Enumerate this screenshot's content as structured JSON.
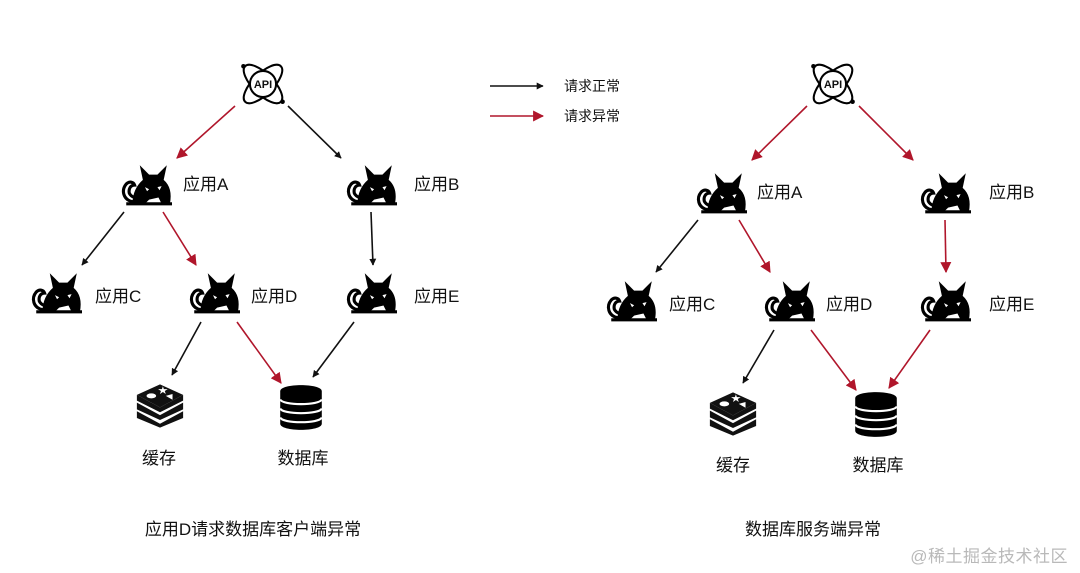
{
  "colors": {
    "normal": "#111111",
    "error": "#b0162b"
  },
  "legend": [
    {
      "label": "请求正常",
      "color": "normal"
    },
    {
      "label": "请求异常",
      "color": "error"
    }
  ],
  "api_label": "API",
  "left": {
    "caption": "应用D请求数据库客户端异常",
    "nodes": {
      "app_a": "应用A",
      "app_b": "应用B",
      "app_c": "应用C",
      "app_d": "应用D",
      "app_e": "应用E",
      "cache": "缓存",
      "db": "数据库"
    },
    "edges": [
      {
        "from": "API",
        "to": "应用A",
        "status": "error"
      },
      {
        "from": "API",
        "to": "应用B",
        "status": "normal"
      },
      {
        "from": "应用A",
        "to": "应用C",
        "status": "normal"
      },
      {
        "from": "应用A",
        "to": "应用D",
        "status": "error"
      },
      {
        "from": "应用B",
        "to": "应用E",
        "status": "normal"
      },
      {
        "from": "应用D",
        "to": "缓存",
        "status": "normal"
      },
      {
        "from": "应用D",
        "to": "数据库",
        "status": "error"
      },
      {
        "from": "应用E",
        "to": "数据库",
        "status": "normal"
      }
    ]
  },
  "right": {
    "caption": "数据库服务端异常",
    "nodes": {
      "app_a": "应用A",
      "app_b": "应用B",
      "app_c": "应用C",
      "app_d": "应用D",
      "app_e": "应用E",
      "cache": "缓存",
      "db": "数据库"
    },
    "edges": [
      {
        "from": "API",
        "to": "应用A",
        "status": "error"
      },
      {
        "from": "API",
        "to": "应用B",
        "status": "error"
      },
      {
        "from": "应用A",
        "to": "应用C",
        "status": "normal"
      },
      {
        "from": "应用A",
        "to": "应用D",
        "status": "error"
      },
      {
        "from": "应用B",
        "to": "应用E",
        "status": "error"
      },
      {
        "from": "应用D",
        "to": "缓存",
        "status": "normal"
      },
      {
        "from": "应用D",
        "to": "数据库",
        "status": "error"
      },
      {
        "from": "应用E",
        "to": "数据库",
        "status": "error"
      }
    ]
  },
  "watermark": "@稀土掘金技术社区"
}
